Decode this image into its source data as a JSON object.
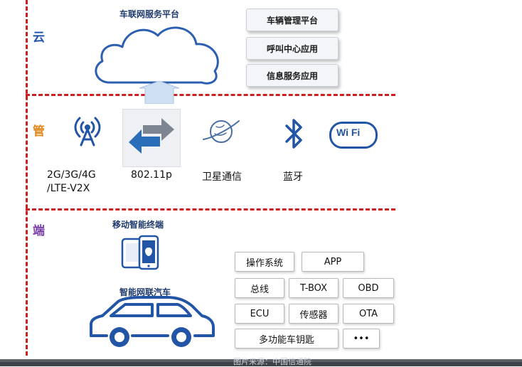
{
  "colors": {
    "divider": "#cc2020",
    "cloud_layer": "#2255aa",
    "pipe_layer": "#e08a20",
    "terminal_layer": "#7a3ea8",
    "icon_blue": "#2355a6"
  },
  "layers": {
    "cloud": "云",
    "pipe": "管",
    "terminal": "端"
  },
  "cloud": {
    "title": "车联网服务平台",
    "platforms": [
      "车辆管理平台",
      "呼叫中心应用",
      "信息服务应用"
    ]
  },
  "pipe": {
    "items": [
      {
        "icon": "antenna-icon",
        "label_line1": "2G/3G/4G",
        "label_line2": "/LTE-V2X"
      },
      {
        "icon": "exchange-arrows-icon",
        "label_line1": "802.11p"
      },
      {
        "icon": "satellite-icon",
        "label_line1": "卫星通信"
      },
      {
        "icon": "bluetooth-icon",
        "label_line1": "蓝牙"
      },
      {
        "icon": "wifi-icon",
        "label_line1": "",
        "badge": "Wi Fi"
      }
    ]
  },
  "terminal": {
    "mobile_title": "移动智能终端",
    "car_title": "智能网联汽车",
    "components": [
      "操作系统",
      "APP",
      "总线",
      "T-BOX",
      "OBD",
      "ECU",
      "传感器",
      "OTA",
      "多功能车钥匙",
      "•••"
    ]
  },
  "source_note": "图片来源：中国信通院"
}
